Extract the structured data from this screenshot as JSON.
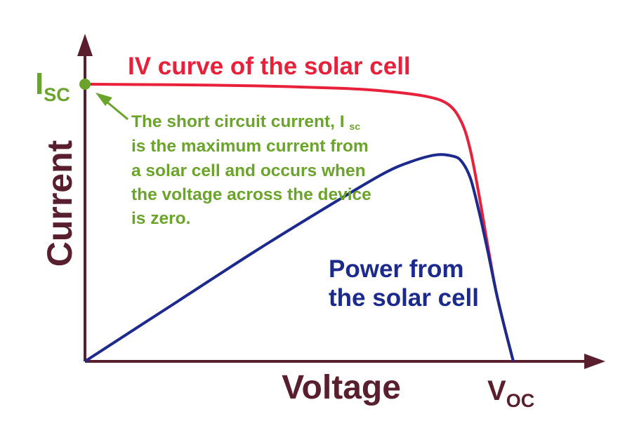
{
  "colors": {
    "axis": "#5a1f2e",
    "iv_curve": "#e8203a",
    "power_curve": "#1c2a8e",
    "annotation": "#6aa42a"
  },
  "chart_data": {
    "type": "line",
    "xlabel": "Voltage",
    "ylabel": "Current",
    "x_tick_label": {
      "main": "V",
      "sub": "OC"
    },
    "y_tick_label": {
      "main": "I",
      "sub": "SC"
    },
    "xlim": [
      0,
      1
    ],
    "ylim": [
      0,
      1
    ],
    "series": [
      {
        "name": "IV curve of the solar cell",
        "color": "#e8203a",
        "points": [
          [
            0,
            1.0
          ],
          [
            0.2,
            0.998
          ],
          [
            0.4,
            0.994
          ],
          [
            0.6,
            0.985
          ],
          [
            0.7,
            0.975
          ],
          [
            0.8,
            0.955
          ],
          [
            0.85,
            0.925
          ],
          [
            0.88,
            0.86
          ],
          [
            0.9,
            0.76
          ],
          [
            0.92,
            0.6
          ],
          [
            0.94,
            0.42
          ],
          [
            0.96,
            0.25
          ],
          [
            0.98,
            0.12
          ],
          [
            1.0,
            0.0
          ]
        ]
      },
      {
        "name": "Power from the solar cell",
        "color": "#1c2a8e",
        "points": [
          [
            0,
            0.0
          ],
          [
            0.2,
            0.2
          ],
          [
            0.4,
            0.4
          ],
          [
            0.6,
            0.59
          ],
          [
            0.7,
            0.68
          ],
          [
            0.76,
            0.72
          ],
          [
            0.82,
            0.745
          ],
          [
            0.86,
            0.74
          ],
          [
            0.88,
            0.72
          ],
          [
            0.9,
            0.66
          ],
          [
            0.92,
            0.54
          ],
          [
            0.94,
            0.4
          ],
          [
            0.96,
            0.25
          ],
          [
            0.98,
            0.12
          ],
          [
            1.0,
            0.0
          ]
        ]
      }
    ],
    "annotation": {
      "lines": [
        "The short circuit current, I",
        "is the maximum current from",
        "a solar cell and occurs when",
        "the voltage across the device",
        "is zero."
      ],
      "first_line_sub": "sc"
    }
  }
}
